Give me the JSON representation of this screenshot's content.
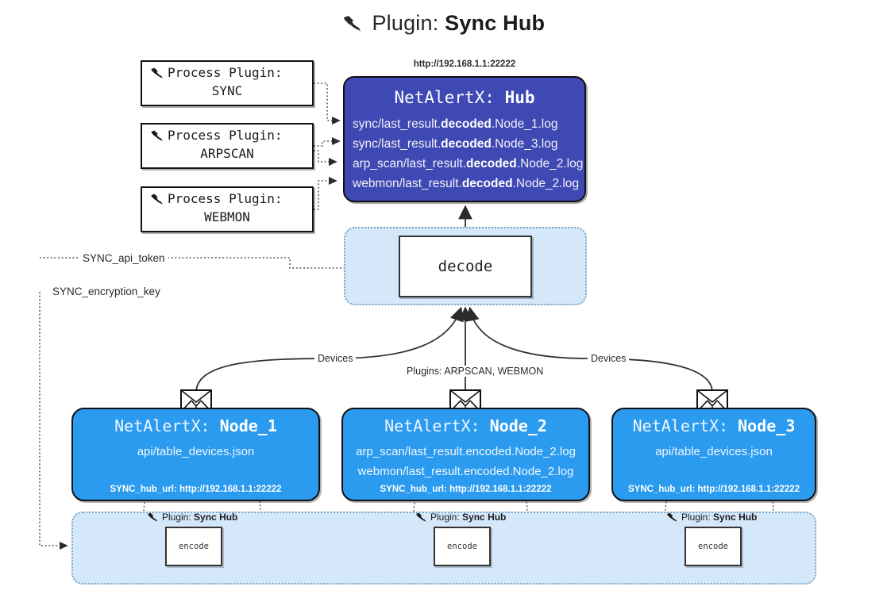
{
  "header": {
    "icon": "plug-icon",
    "prefix": "Plugin:",
    "title": "Sync Hub"
  },
  "hub": {
    "url": "http://192.168.1.1:22222",
    "title_prefix": "NetAlertX:",
    "title_name": "Hub",
    "fill_color": "#3f49b4",
    "lines": [
      {
        "pre": "sync/last_result.",
        "mid": "decoded",
        "post": ".Node_1.log"
      },
      {
        "pre": "sync/last_result.",
        "mid": "decoded",
        "post": ".Node_3.log"
      },
      {
        "pre": "arp_scan/last_result.",
        "mid": "decoded",
        "post": ".Node_2.log"
      },
      {
        "pre": "webmon/last_result.",
        "mid": "decoded",
        "post": ".Node_2.log"
      }
    ]
  },
  "process_plugins": [
    {
      "icon": "plug-icon",
      "label": "Process Plugin:",
      "name": "SYNC"
    },
    {
      "icon": "plug-icon",
      "label": "Process Plugin:",
      "name": "ARPSCAN"
    },
    {
      "icon": "plug-icon",
      "label": "Process Plugin:",
      "name": "WEBMON"
    }
  ],
  "decode": {
    "label": "decode",
    "container_color": "#d4e8fa"
  },
  "keys": [
    {
      "label": "SYNC_api_token"
    },
    {
      "label": "SYNC_encryption_key"
    }
  ],
  "wire_labels": {
    "left_devices": "Devices",
    "center_plugins": "Plugins: ARPSCAN, WEBMON",
    "right_devices": "Devices"
  },
  "nodes": [
    {
      "title_prefix": "NetAlertX:",
      "title_name": "Node_1",
      "fill_color": "#2b9bf0",
      "icon": "envelope-icon",
      "lines": [
        "api/table_devices.json"
      ],
      "footer": "SYNC_hub_url: http://192.168.1.1:22222"
    },
    {
      "title_prefix": "NetAlertX:",
      "title_name": "Node_2",
      "fill_color": "#2b9bf0",
      "icon": "envelope-icon",
      "lines": [
        "arp_scan/last_result.encoded.Node_2.log",
        "webmon/last_result.encoded.Node_2.log"
      ],
      "footer": "SYNC_hub_url: http://192.168.1.1:22222"
    },
    {
      "title_prefix": "NetAlertX:",
      "title_name": "Node_3",
      "fill_color": "#2b9bf0",
      "icon": "envelope-icon",
      "lines": [
        "api/table_devices.json"
      ],
      "footer": "SYNC_hub_url: http://192.168.1.1:22222"
    }
  ],
  "encoders": [
    {
      "caption_prefix": "Plugin:",
      "caption_name": "Sync Hub",
      "label": "encode",
      "icon": "plug-icon"
    },
    {
      "caption_prefix": "Plugin:",
      "caption_name": "Sync Hub",
      "label": "encode",
      "icon": "plug-icon"
    },
    {
      "caption_prefix": "Plugin:",
      "caption_name": "Sync Hub",
      "label": "encode",
      "icon": "plug-icon"
    }
  ]
}
